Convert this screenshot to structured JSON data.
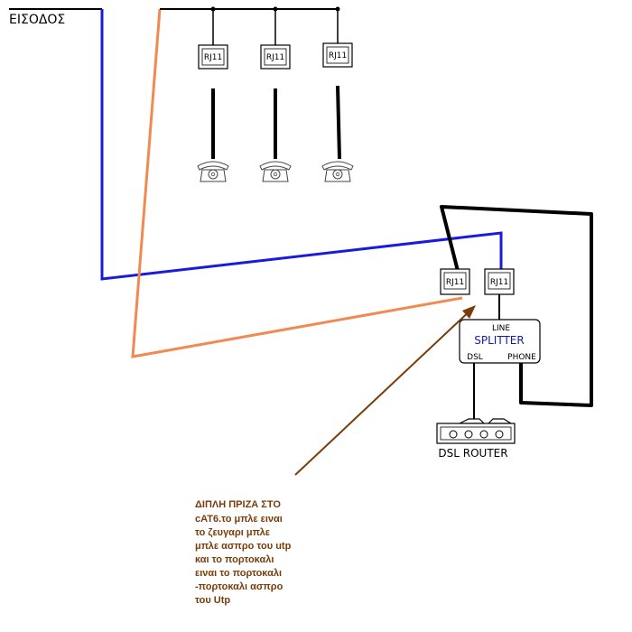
{
  "input_label": "ΕΙΣΟΔΟΣ",
  "jack_label": "RJ11",
  "splitter": {
    "title": "SPLITTER",
    "line": "LINE",
    "dsl": "DSL",
    "phone": "PHONE"
  },
  "router_label": "DSL ROUTER",
  "note_lines": [
    "ΔΙΠΛΗ ΠΡΙΖΑ ΣΤΟ",
    "cAT6.το μπλε ειναι",
    "το ζευγαρι μπλε",
    "μπλε ασπρο του utp",
    "και το πορτοκαλι",
    "ειναι το πορτοκαλι",
    "-πορτοκαλι ασπρο",
    "του Utp"
  ],
  "colors": {
    "blue_pair": "#1a1adc",
    "orange_pair": "#f08a50",
    "note": "#7a3c0a",
    "splitter_title": "#1a1aa0"
  },
  "icons": [
    "telephone-icon",
    "rj11-jack-icon",
    "router-icon",
    "arrow-icon"
  ]
}
